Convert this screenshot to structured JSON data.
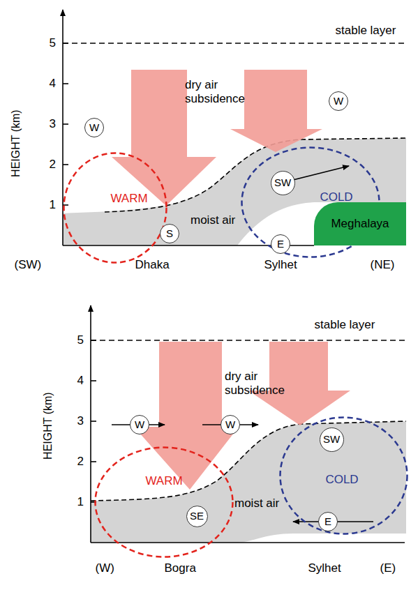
{
  "diagram": {
    "nodes": [
      {
        "text": [
          "W"
        ]
      },
      {
        "text": [
          "W"
        ]
      },
      {
        "text": [
          "WARM"
        ]
      },
      {
        "text": [
          "S"
        ]
      },
      {
        "text": [
          "COLD"
        ]
      },
      {
        "text": [
          "SW"
        ],
        "in": 4
      },
      {
        "text": [
          "E"
        ],
        "in": 4
      },
      {
        "text": [
          "Meghalaya"
        ]
      },
      {
        "text": [
          "W"
        ]
      },
      {
        "text": [
          "W"
        ]
      },
      {
        "text": [
          "WARM"
        ]
      },
      {
        "text": [
          "SE"
        ],
        "in": 10
      },
      {
        "text": [
          "COLD"
        ]
      },
      {
        "text": [
          "SW"
        ],
        "in": 12
      },
      {
        "text": [
          "E"
        ],
        "in": 12
      }
    ],
    "labels": [
      "HEIGHT (km)",
      "5",
      "4",
      "3",
      "2",
      "1",
      "stable layer",
      "dry air subsidence",
      "moist air",
      "(SW)",
      "Dhaka",
      "Sylhet",
      "(NE)",
      "HEIGHT (km)",
      "5",
      "4",
      "3",
      "2",
      "1",
      "stable layer",
      "dry air subsidence",
      "moist air",
      "(W)",
      "Bogra",
      "Sylhet",
      "(E)"
    ]
  }
}
